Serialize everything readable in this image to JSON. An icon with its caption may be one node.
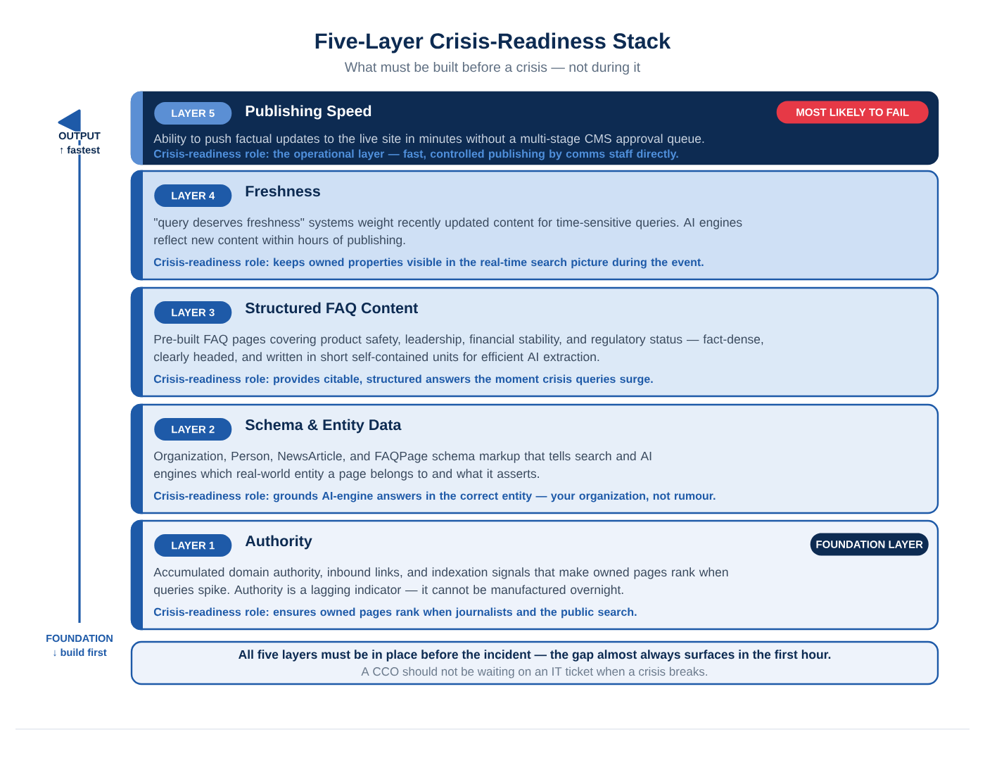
{
  "diagram": {
    "title": "Five-Layer Crisis-Readiness Stack",
    "nodes": [
      {
        "text": [
          "Publishing Speed",
          "Ability to push factual updates to the live site in minutes without a multi-stage CMS approval queue.",
          "Crisis-readiness role: the operational layer — fast, controlled publishing by comms staff directly."
        ]
      },
      {
        "text": [
          "LAYER 5"
        ],
        "in": 0
      },
      {
        "text": [
          "MOST LIKELY TO FAIL"
        ],
        "in": 0
      },
      {
        "text": [
          "Freshness",
          "\"query deserves freshness\" systems weight recently updated content for time-sensitive queries. AI engines reflect new content within hours of publishing.",
          "Crisis-readiness role: keeps owned properties visible in the real-time search picture during the event."
        ]
      },
      {
        "text": [
          "LAYER 4"
        ],
        "in": 3
      },
      {
        "text": [
          "Structured FAQ Content",
          "Pre-built FAQ pages covering product safety, leadership, financial stability, and regulatory status — fact-dense, clearly headed, and written in short self-contained units for efficient AI extraction.",
          "Crisis-readiness role: provides citable, structured answers the moment crisis queries surge."
        ]
      },
      {
        "text": [
          "LAYER 3"
        ],
        "in": 5
      },
      {
        "text": [
          "Schema & Entity Data",
          "Organization, Person, NewsArticle, and FAQPage schema markup that tells search and AI engines which real-world entity a page belongs to and what it asserts.",
          "Crisis-readiness role: grounds AI-engine answers in the correct entity — your organization, not rumour."
        ]
      },
      {
        "text": [
          "LAYER 2"
        ],
        "in": 7
      },
      {
        "text": [
          "Authority",
          "Accumulated domain authority, inbound links, and indexation signals that make owned pages rank when queries spike. Authority is a lagging indicator — it cannot be manufactured overnight.",
          "Crisis-readiness role: ensures owned pages rank when journalists and the public search."
        ]
      },
      {
        "text": [
          "LAYER 1"
        ],
        "in": 9
      },
      {
        "text": [
          "FOUNDATION LAYER"
        ],
        "in": 9
      },
      {
        "text": [
          "All five layers must be in place before the incident — the gap almost always surfaces in the first hour.",
          "A CCO should not be waiting on an IT ticket when a crisis breaks."
        ]
      }
    ],
    "labels": [
      "What must be built before a crisis — not during it",
      "OUTPUT",
      "↑ fastest",
      "FOUNDATION",
      "↓ build first"
    ]
  }
}
